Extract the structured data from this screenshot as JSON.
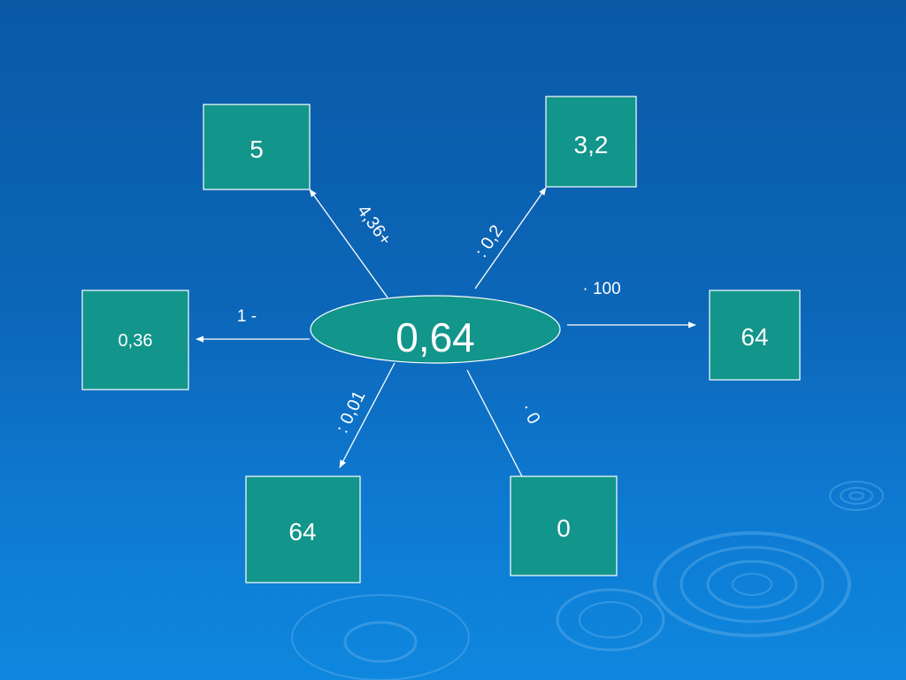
{
  "center": {
    "value": "0,64"
  },
  "boxes": {
    "top_left": "5",
    "top_right": "3,2",
    "left": "0,36",
    "right": "64",
    "bottom_left": "64",
    "bottom_right": "0"
  },
  "operations": {
    "add": "4,36+",
    "divide_0_2": ": 0,2",
    "multiply_100": "· 100",
    "subtract_from_1": "1 -",
    "divide_0_01": ": 0,01",
    "multiply_0": "· 0"
  },
  "colors": {
    "background": "#0c66b8",
    "box_fill": "#12958a",
    "stroke": "#ffffff"
  }
}
